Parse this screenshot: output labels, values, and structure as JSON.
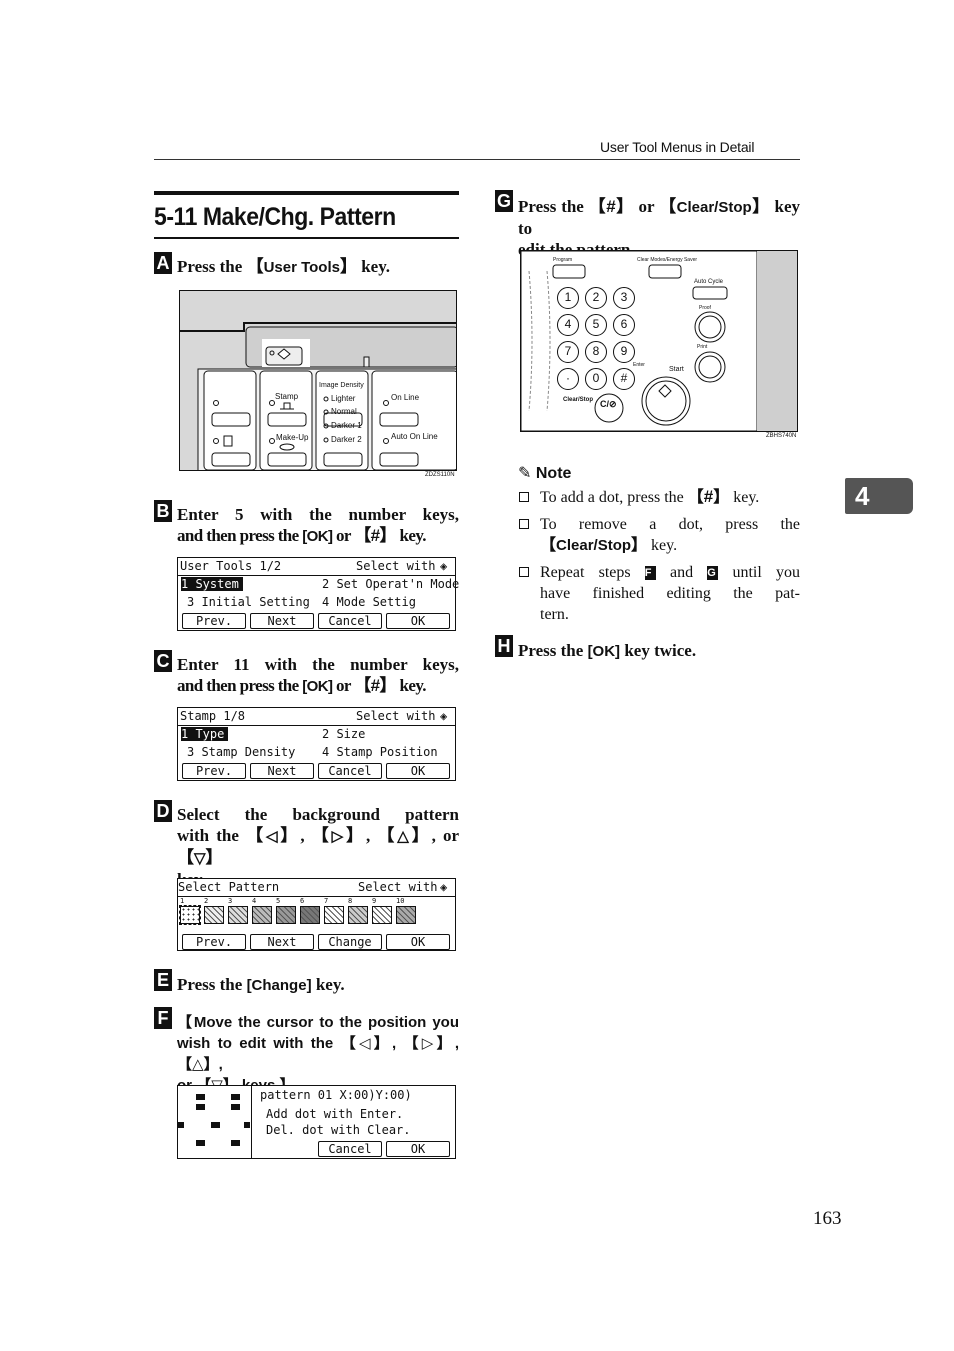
{
  "header": {
    "running_title": "User Tool Menus in Detail"
  },
  "section": {
    "title": "5-11 Make/Chg. Pattern"
  },
  "steps": {
    "s1": {
      "num": "A",
      "pre": "Press the ",
      "key": "User Tools",
      "post": " key."
    },
    "s2": {
      "num": "B",
      "line1": "Enter 5 with the number keys,",
      "line2_pre": "and then press the ",
      "ok": "[OK]",
      "mid": " or ",
      "hash": "#",
      "post": " key."
    },
    "s3": {
      "num": "C",
      "line1": "Enter 11 with the number keys,",
      "line2_pre": "and then press the ",
      "ok": "[OK]",
      "mid": " or ",
      "hash": "#",
      "post": " key."
    },
    "s4": {
      "num": "D",
      "line1": "Select the background pattern",
      "line2": "with the ",
      "k1": "◁",
      "k2": "▷",
      "k3": "△",
      "or": ", or ",
      "k4": "▽",
      "line3": "key."
    },
    "s5": {
      "num": "E",
      "pre": "Press the ",
      "key": "[Change]",
      "post": " key."
    },
    "s6": {
      "num": "F",
      "line1": "Move the cursor to the position you",
      "line2": "wish to edit with the ",
      "k1": "◁",
      "k2": "▷",
      "k3": "△",
      "line3_pre": "or ",
      "k4": "▽",
      "line3_post": " keys."
    },
    "s7": {
      "num": "G",
      "pre": "Press the ",
      "hash": "#",
      "or": " or ",
      "key": "Clear/Stop",
      "post": " key to",
      "line2": "edit the pattern."
    },
    "s8": {
      "num": "H",
      "pre": "Press the ",
      "key": "[OK]",
      "post": " key twice."
    }
  },
  "panel1": {
    "caption": "ZDZS110N",
    "labels": {
      "stamp": "Stamp",
      "image_density": "Image Density",
      "lighter": "Lighter",
      "normal": "Normal",
      "darker1": "Darker 1",
      "darker2": "Darker 2",
      "on_line": "On Line",
      "make_up": "Make-Up",
      "auto_on_line": "Auto On Line"
    }
  },
  "lcd_user_tools": {
    "title": "User Tools 1/2",
    "hint": "Select with",
    "row1_left": "1 System",
    "row1_right": "2 Set Operat'n Mode",
    "row2_left": "3 Initial Setting",
    "row2_right": "4 Mode Settig",
    "buttons": [
      "Prev.",
      "Next",
      "Cancel",
      "OK"
    ]
  },
  "lcd_stamp": {
    "title": "Stamp 1/8",
    "hint": "Select with",
    "row1_left": "1 Type",
    "row1_right": "2 Size",
    "row2_left": "3 Stamp Density",
    "row2_right": "4 Stamp Position",
    "buttons": [
      "Prev.",
      "Next",
      "Cancel",
      "OK"
    ]
  },
  "lcd_pattern": {
    "title": "Select Pattern",
    "hint": "Select with",
    "numbers": [
      "1",
      "2",
      "3",
      "4",
      "5",
      "6",
      "7",
      "8",
      "9",
      "10"
    ],
    "buttons": [
      "Prev.",
      "Next",
      "Change",
      "OK"
    ]
  },
  "lcd_edit": {
    "line1": "pattern 01 X:00)Y:00)",
    "line2": "Add dot with Enter.",
    "line3": "Del. dot with Clear.",
    "buttons": [
      "Cancel",
      "OK"
    ]
  },
  "panel2": {
    "caption": "ZBHS740N",
    "labels": {
      "program": "Program",
      "clear_modes": "Clear Modes/Energy Saver",
      "auto_cycle": "Auto Cycle",
      "proof": "Proof",
      "print": "Print",
      "start": "Start",
      "enter": "Enter",
      "clear_stop": "Clear/Stop",
      "cs": "C/⊘"
    },
    "keys": [
      "1",
      "2",
      "3",
      "4",
      "5",
      "6",
      "7",
      "8",
      "9",
      "·",
      "0",
      "#"
    ]
  },
  "note": {
    "heading": "Note",
    "items": [
      {
        "pre": "To add a dot, press the ",
        "hash": "#",
        "post": " key."
      },
      {
        "line1": "To remove a dot, press the",
        "key": "Clear/Stop",
        "post": " key."
      },
      {
        "pre": "Repeat steps ",
        "s1": "F",
        "mid": " and ",
        "s2": "G",
        "post": " until you",
        "line2": "have finished editing the pat-",
        "line3": "tern."
      }
    ]
  },
  "side_tab": "4",
  "page_number": "163"
}
